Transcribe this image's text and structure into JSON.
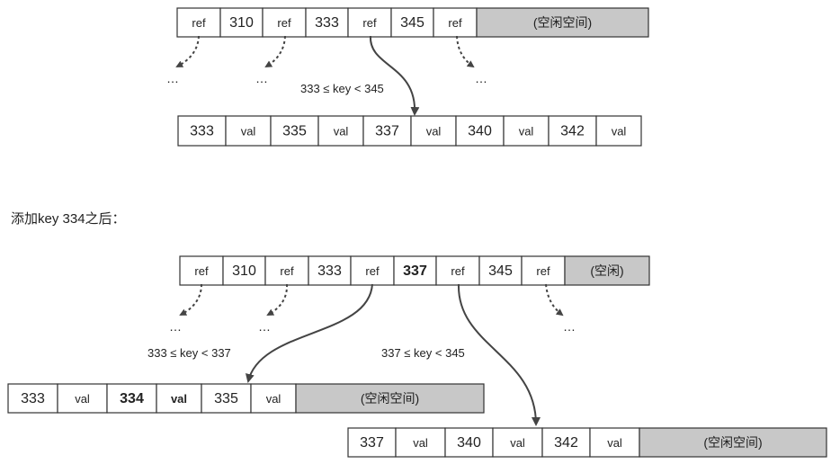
{
  "caption": "添加key 334之后：",
  "dots": "…",
  "before": {
    "parent": [
      {
        "text": "ref",
        "kind": "ref"
      },
      {
        "text": "310",
        "kind": "key"
      },
      {
        "text": "ref",
        "kind": "ref"
      },
      {
        "text": "333",
        "kind": "key"
      },
      {
        "text": "ref",
        "kind": "ref"
      },
      {
        "text": "345",
        "kind": "key"
      },
      {
        "text": "ref",
        "kind": "ref"
      },
      {
        "text": "(空闲空间)",
        "kind": "free"
      }
    ],
    "child": [
      {
        "text": "333",
        "kind": "key"
      },
      {
        "text": "val",
        "kind": "val"
      },
      {
        "text": "335",
        "kind": "key"
      },
      {
        "text": "val",
        "kind": "val"
      },
      {
        "text": "337",
        "kind": "key"
      },
      {
        "text": "val",
        "kind": "val"
      },
      {
        "text": "340",
        "kind": "key"
      },
      {
        "text": "val",
        "kind": "val"
      },
      {
        "text": "342",
        "kind": "key"
      },
      {
        "text": "val",
        "kind": "val"
      }
    ],
    "range_label": "333 ≤ key < 345"
  },
  "after": {
    "parent": [
      {
        "text": "ref",
        "kind": "ref"
      },
      {
        "text": "310",
        "kind": "key"
      },
      {
        "text": "ref",
        "kind": "ref"
      },
      {
        "text": "333",
        "kind": "key"
      },
      {
        "text": "ref",
        "kind": "ref"
      },
      {
        "text": "337",
        "kind": "key",
        "bold": true
      },
      {
        "text": "ref",
        "kind": "ref"
      },
      {
        "text": "345",
        "kind": "key"
      },
      {
        "text": "ref",
        "kind": "ref"
      },
      {
        "text": "(空闲)",
        "kind": "free"
      }
    ],
    "left_child": [
      {
        "text": "333",
        "kind": "key"
      },
      {
        "text": "val",
        "kind": "val"
      },
      {
        "text": "334",
        "kind": "key",
        "bold": true
      },
      {
        "text": "val",
        "kind": "val",
        "bold": true
      },
      {
        "text": "335",
        "kind": "key"
      },
      {
        "text": "val",
        "kind": "val"
      },
      {
        "text": "(空闲空间)",
        "kind": "free"
      }
    ],
    "right_child": [
      {
        "text": "337",
        "kind": "key"
      },
      {
        "text": "val",
        "kind": "val"
      },
      {
        "text": "340",
        "kind": "key"
      },
      {
        "text": "val",
        "kind": "val"
      },
      {
        "text": "342",
        "kind": "key"
      },
      {
        "text": "val",
        "kind": "val"
      },
      {
        "text": "(空闲空间)",
        "kind": "free"
      }
    ],
    "left_range_label": "333 ≤ key < 337",
    "right_range_label": "337 ≤ key < 345"
  }
}
